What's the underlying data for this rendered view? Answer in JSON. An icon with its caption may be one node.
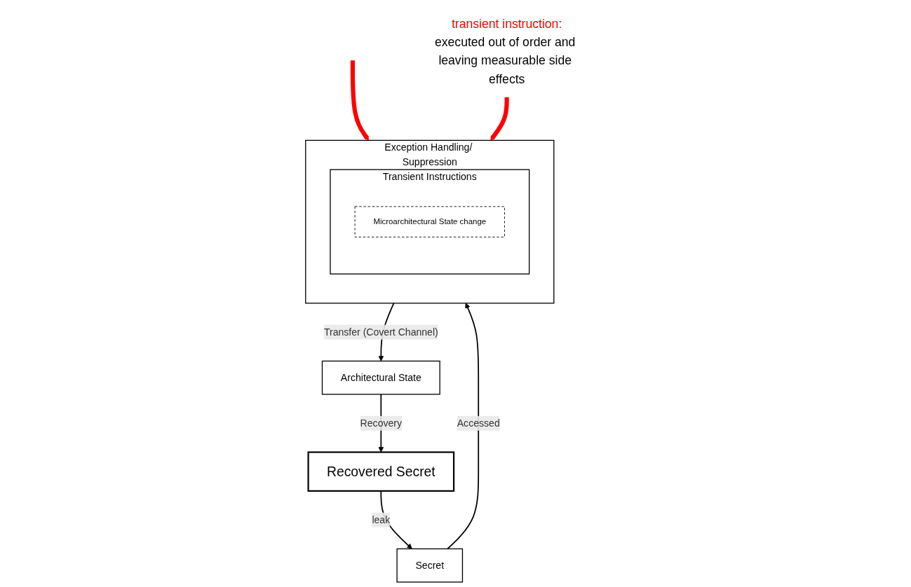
{
  "diagram": {
    "nodes": [
      {
        "text": [
          "Exception Handling/ Suppression"
        ]
      },
      {
        "text": [
          "Transient Instructions"
        ],
        "in": 0
      },
      {
        "text": [
          "Microarchitectural State change"
        ],
        "in": 1
      },
      {
        "text": [
          "Secret"
        ]
      },
      {
        "text": [
          "Architectural State"
        ]
      },
      {
        "text": [
          "Recovered Secret"
        ]
      },
      {
        "text": [
          "transient instruction:",
          "executed out of order and leaving measurable side effects"
        ]
      }
    ],
    "edges": [
      {
        "from": 3,
        "to": 0,
        "arrow": "to",
        "label": "Accessed"
      },
      {
        "from": 0,
        "to": 4,
        "arrow": "to",
        "label": "Transfer (Covert Channel)"
      },
      {
        "from": 4,
        "to": 5,
        "arrow": "to",
        "label": "Recovery"
      },
      {
        "from": 5,
        "to": 3,
        "arrow": "to",
        "label": "leak"
      },
      {
        "from": null,
        "to": 0,
        "arrow": "to",
        "style": "thick",
        "color": "#ff0000"
      },
      {
        "from": 6,
        "to": 0,
        "arrow": "to",
        "style": "thick",
        "color": "#ff0000"
      }
    ]
  }
}
